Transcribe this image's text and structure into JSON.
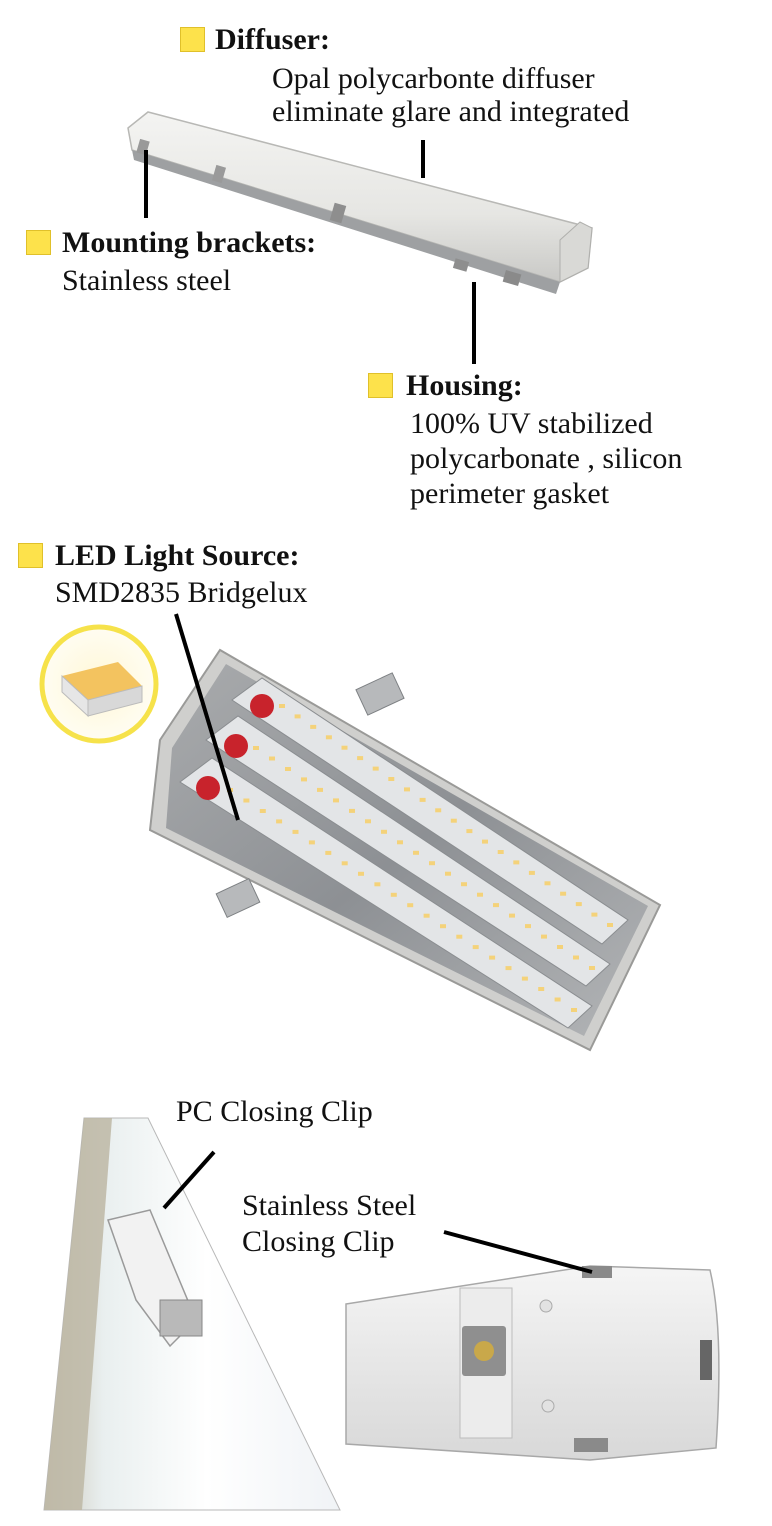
{
  "features": {
    "diffuser": {
      "title": "Diffuser:",
      "lines": [
        "Opal polycarbonte diffuser",
        "eliminate glare and integrated"
      ]
    },
    "mounting": {
      "title": "Mounting brackets:",
      "lines": [
        "Stainless steel"
      ]
    },
    "housing": {
      "title": "Housing:",
      "lines": [
        "100% UV stabilized",
        "polycarbonate , silicon",
        "perimeter gasket"
      ]
    },
    "led": {
      "title": "LED Light Source:",
      "lines": [
        "SMD2835 Bridgelux"
      ]
    }
  },
  "captions": {
    "pc_clip": "PC Closing Clip",
    "steel_clip": [
      "Stainless Steel",
      "Closing Clip"
    ]
  },
  "colors": {
    "marker": "#fde24b",
    "leader": "#000000"
  }
}
